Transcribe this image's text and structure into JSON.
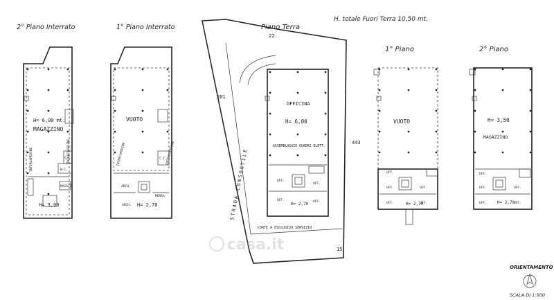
{
  "header": {
    "height_note": "H. totale Fuori Terra  10,50 mt."
  },
  "plans": [
    {
      "title": "2° Piano Interrato",
      "main_label": "MAGAZZINO",
      "height": "H= 6,00 mt.",
      "low_height": "H= 3,00",
      "side_left": "INTERCAPEDINE",
      "side_right": "INTERCAPEDINE",
      "rooms": [
        "C.T.",
        "W.C.",
        "MAGAZZ."
      ]
    },
    {
      "title": "1° Piano Interrato",
      "main_label": "VUOTO",
      "height": "",
      "low_height": "H= 2,70",
      "side_left": "INTERCAPEDINE",
      "side_right": "INTERCAPEDINE",
      "rooms": [
        "C.T.",
        "ARCH.",
        "ARCH.",
        "MENSA"
      ]
    },
    {
      "title": "Piano Terra",
      "main_label": "OFFICINA",
      "height": "H= 6,00",
      "sub_label": "ASSEMBLAGGIO QUADRI ELETT.",
      "low_height": "H= 2,70",
      "rooms": [
        "UFF.",
        "UFF.",
        "UFF.",
        "UFF."
      ]
    },
    {
      "title": "1° Piano",
      "main_label": "VUOTO",
      "height": "",
      "low_height": "H= 2,70",
      "rooms": [
        "UFF.",
        "UFF.",
        "UFF.",
        "UFF.",
        "UFF."
      ]
    },
    {
      "title": "2° Piano",
      "main_label": "MAGAZZINO",
      "height": "H= 3,50",
      "low_height": "H= 2,70",
      "rooms": [
        "UFF.",
        "UFF.",
        "UFF.",
        "UFF.",
        "UFF."
      ]
    }
  ],
  "site": {
    "street": "STRADA CONSORTILE",
    "court": "CORTE A ESCLUSIVO SERVIZIO",
    "dim_top": "22",
    "dim_left": "261",
    "dim_right": "443",
    "dim_bottom": "15"
  },
  "orientation": {
    "title": "ORIENTAMENTO",
    "scale": "SCALA DI 1:500"
  },
  "watermark": "casa.it"
}
